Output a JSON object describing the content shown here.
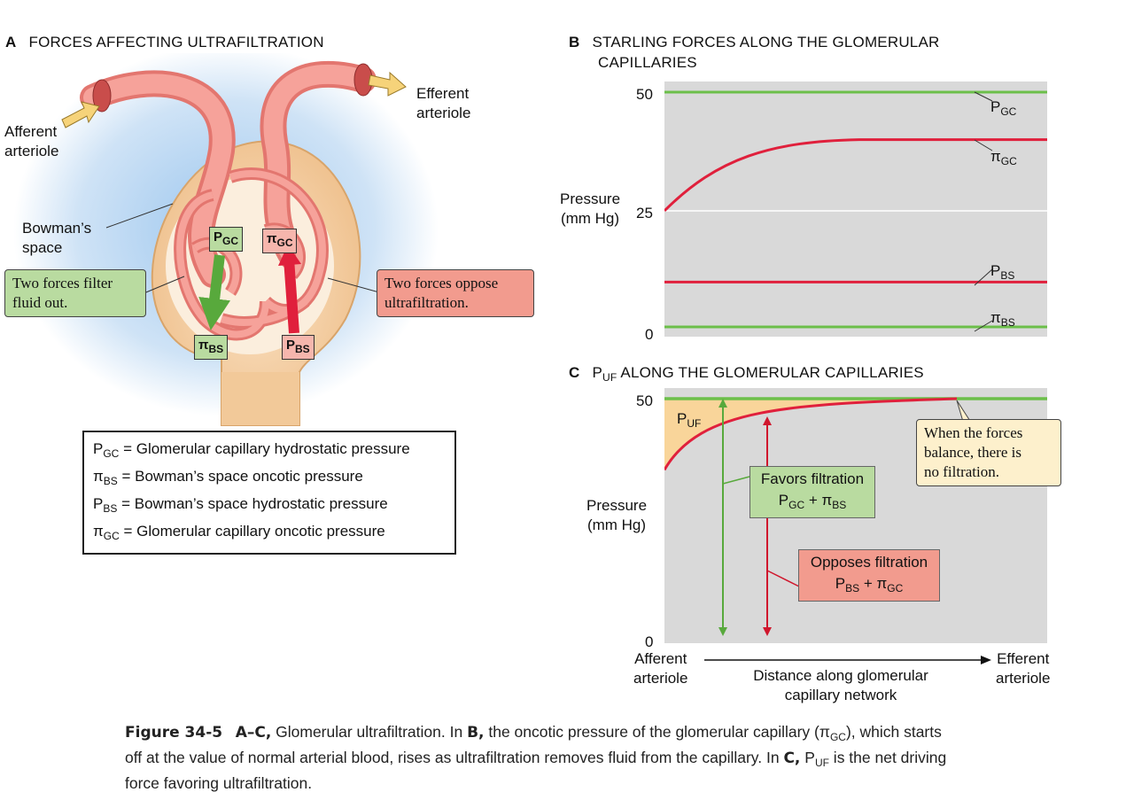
{
  "panel_a": {
    "letter": "A",
    "title": "FORCES AFFECTING ULTRAFILTRATION",
    "afferent_label_1": "Afferent",
    "afferent_label_2": "arteriole",
    "efferent_label_1": "Efferent",
    "efferent_label_2": "arteriole",
    "bowman_label_1": "Bowman’s",
    "bowman_label_2": "space",
    "filter_callout_1": "Two forces filter",
    "filter_callout_2": "fluid out.",
    "oppose_callout_1": "Two forces oppose",
    "oppose_callout_2": "ultrafiltration.",
    "tag_pgc": "P",
    "tag_pgc_sub": "GC",
    "tag_pigc": "π",
    "tag_pigc_sub": "GC",
    "tag_pibs": "π",
    "tag_pibs_sub": "BS",
    "tag_pbs": "P",
    "tag_pbs_sub": "BS",
    "legend": [
      {
        "sym": "P",
        "sub": "GC",
        "text": " = Glomerular capillary hydrostatic pressure"
      },
      {
        "sym": "π",
        "sub": "BS",
        "text": " = Bowman’s space oncotic pressure"
      },
      {
        "sym": "P",
        "sub": "BS",
        "text": " = Bowman’s space hydrostatic pressure"
      },
      {
        "sym": "π",
        "sub": "GC",
        "text": " = Glomerular capillary oncotic pressure"
      }
    ]
  },
  "panel_b": {
    "letter": "B",
    "title_1": "STARLING FORCES ALONG THE GLOMERULAR",
    "title_2": "CAPILLARIES",
    "ylabel_1": "Pressure",
    "ylabel_2": "(mm Hg)",
    "ticks": [
      "50",
      "25",
      "0"
    ],
    "series_labels": [
      {
        "sym": "P",
        "sub": "GC"
      },
      {
        "sym": "π",
        "sub": "GC"
      },
      {
        "sym": "P",
        "sub": "BS"
      },
      {
        "sym": "π",
        "sub": "BS"
      }
    ]
  },
  "panel_c": {
    "letter": "C",
    "title_sym": "P",
    "title_sub": "UF",
    "title_rest": " ALONG THE GLOMERULAR CAPILLARIES",
    "ylabel_1": "Pressure",
    "ylabel_2": "(mm Hg)",
    "ticks": [
      "50",
      "0"
    ],
    "puf_sym": "P",
    "puf_sub": "UF",
    "balance_1": "When the forces",
    "balance_2": "balance, there is",
    "balance_3": "no filtration.",
    "favors_1": "Favors filtration",
    "favors_2a": "P",
    "favors_2b": "GC",
    "favors_2c": " + π",
    "favors_2d": "BS",
    "opposes_1": "Opposes filtration",
    "opposes_2a": "P",
    "opposes_2b": "BS",
    "opposes_2c": " + π",
    "opposes_2d": "GC",
    "x_left_1": "Afferent",
    "x_left_2": "arteriole",
    "x_right_1": "Efferent",
    "x_right_2": "arteriole",
    "x_mid_1": "Distance along glomerular",
    "x_mid_2": "capillary network"
  },
  "caption": {
    "fig": "Figure 34-5",
    "bold1": "A–C,",
    "t1": " Glomerular ultrafiltration. In ",
    "bold2": "B,",
    "t2": " the oncotic pressure of the glomerular capillary (π",
    "sub1": "GC",
    "t3": "), which starts off at the value of normal arterial blood, rises as ultrafiltration removes fluid from the capillary. In ",
    "bold3": "C,",
    "t4": " P",
    "sub2": "UF",
    "t5": " is the net driving force favoring ultrafiltration."
  },
  "chart_data": [
    {
      "type": "line",
      "panel": "B",
      "ylim": [
        0,
        50
      ],
      "x": [
        0,
        0.25,
        0.5,
        0.75,
        1
      ],
      "series": [
        {
          "name": "PGC",
          "color": "#6cbf4a",
          "values": [
            50,
            50,
            50,
            50,
            50
          ]
        },
        {
          "name": "πGC",
          "color": "#e0203c",
          "values": [
            25,
            38,
            40,
            40,
            40
          ]
        },
        {
          "name": "PBS",
          "color": "#e0203c",
          "values": [
            10,
            10,
            10,
            10,
            10
          ]
        },
        {
          "name": "πBS",
          "color": "#6cbf4a",
          "values": [
            0,
            0,
            0,
            0,
            0
          ]
        }
      ]
    },
    {
      "type": "area",
      "panel": "C",
      "ylim": [
        0,
        50
      ],
      "series": [
        {
          "name": "PGC + πBS",
          "color": "#6cbf4a",
          "values": [
            50,
            50,
            50,
            50,
            50
          ]
        },
        {
          "name": "PBS + πGC",
          "color": "#e0203c",
          "values": [
            35,
            48,
            50,
            50,
            50
          ]
        }
      ]
    }
  ]
}
